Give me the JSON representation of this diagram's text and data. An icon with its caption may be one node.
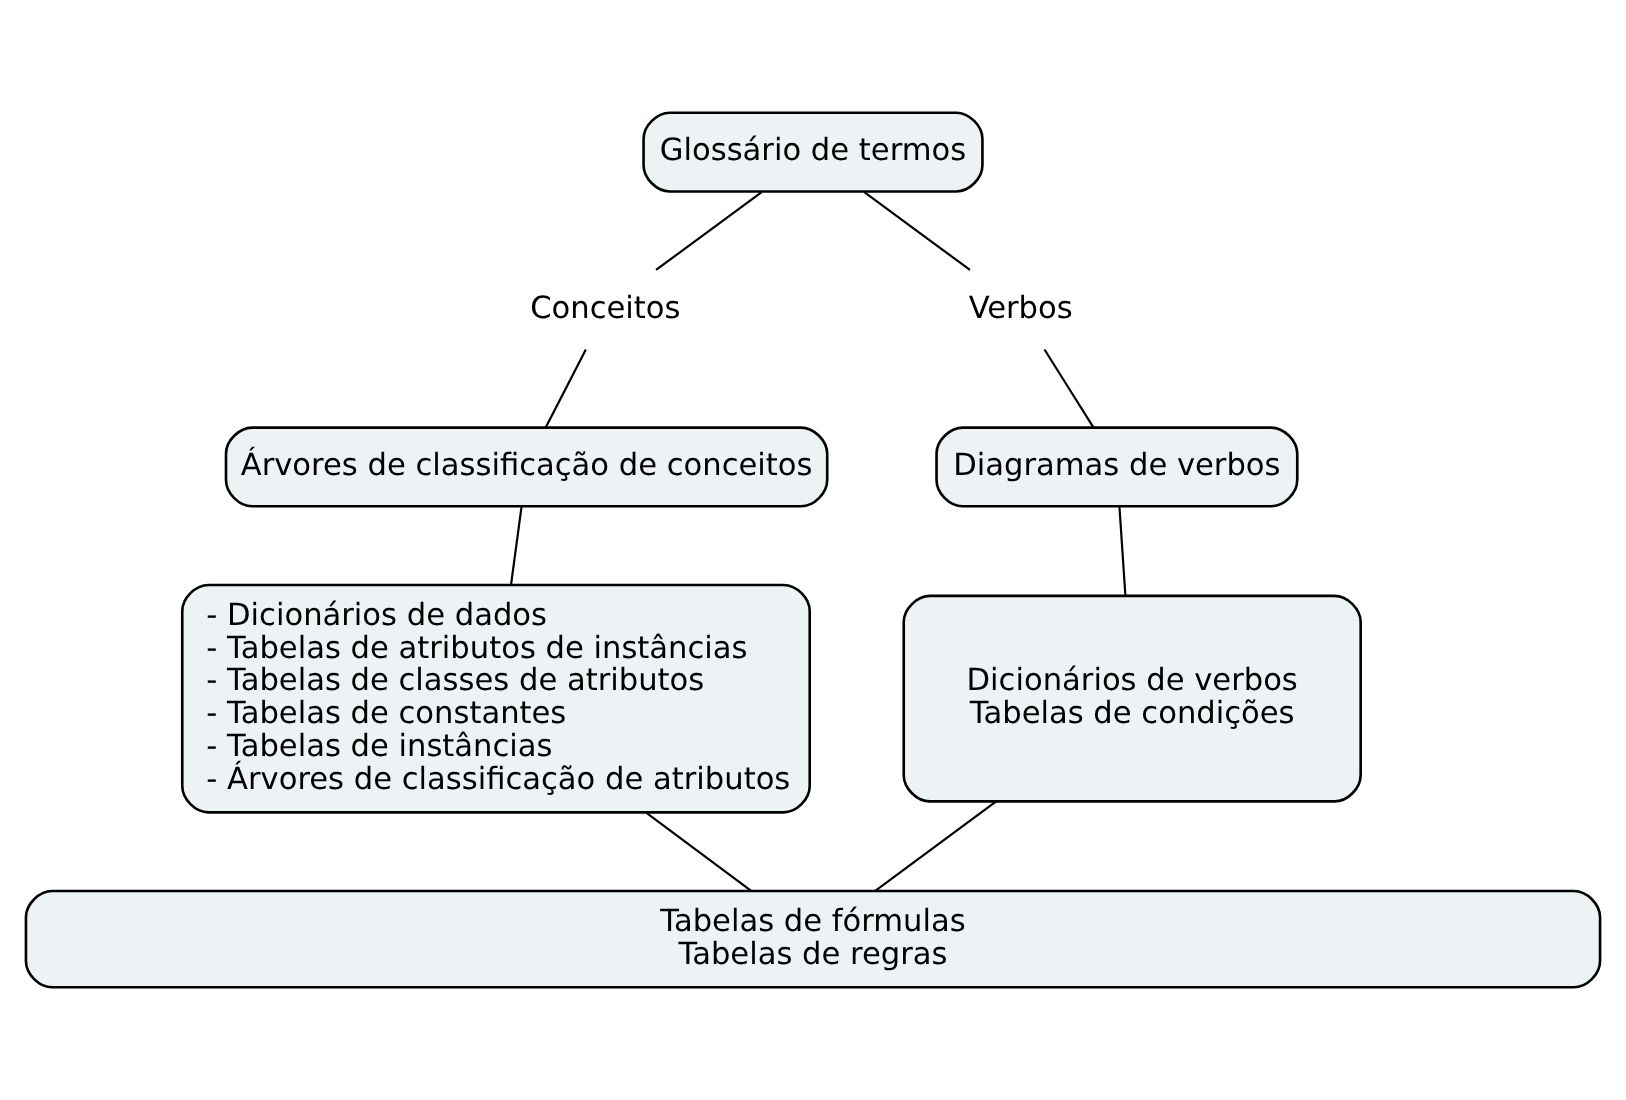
{
  "diagram": {
    "nodes": [
      {
        "text": [
          "Glossário de termos"
        ]
      },
      {
        "text": [
          "Conceitos"
        ]
      },
      {
        "text": [
          "Verbos"
        ]
      },
      {
        "text": [
          "Árvores de classificação de conceitos"
        ]
      },
      {
        "text": [
          "Diagramas de verbos"
        ]
      },
      {
        "text": [
          "- Dicionários de dados",
          "- Tabelas de atributos de instâncias",
          "- Tabelas de classes de atributos",
          "- Tabelas de constantes",
          "- Tabelas de instâncias",
          "- Árvores de classificação de atributos"
        ]
      },
      {
        "text": [
          "Dicionários de verbos",
          "Tabelas de condições"
        ]
      },
      {
        "text": [
          "Tabelas de fórmulas",
          "Tabelas de regras"
        ]
      }
    ],
    "edges": [
      {
        "from": 0,
        "to": 1,
        "arrow": "none"
      },
      {
        "from": 1,
        "to": 3,
        "arrow": "none"
      },
      {
        "from": 0,
        "to": 2,
        "arrow": "none"
      },
      {
        "from": 2,
        "to": 4,
        "arrow": "none"
      },
      {
        "from": 3,
        "to": 5,
        "arrow": "none"
      },
      {
        "from": 4,
        "to": 6,
        "arrow": "none"
      },
      {
        "from": 5,
        "to": 7,
        "arrow": "none"
      },
      {
        "from": 6,
        "to": 7,
        "arrow": "none"
      }
    ]
  }
}
